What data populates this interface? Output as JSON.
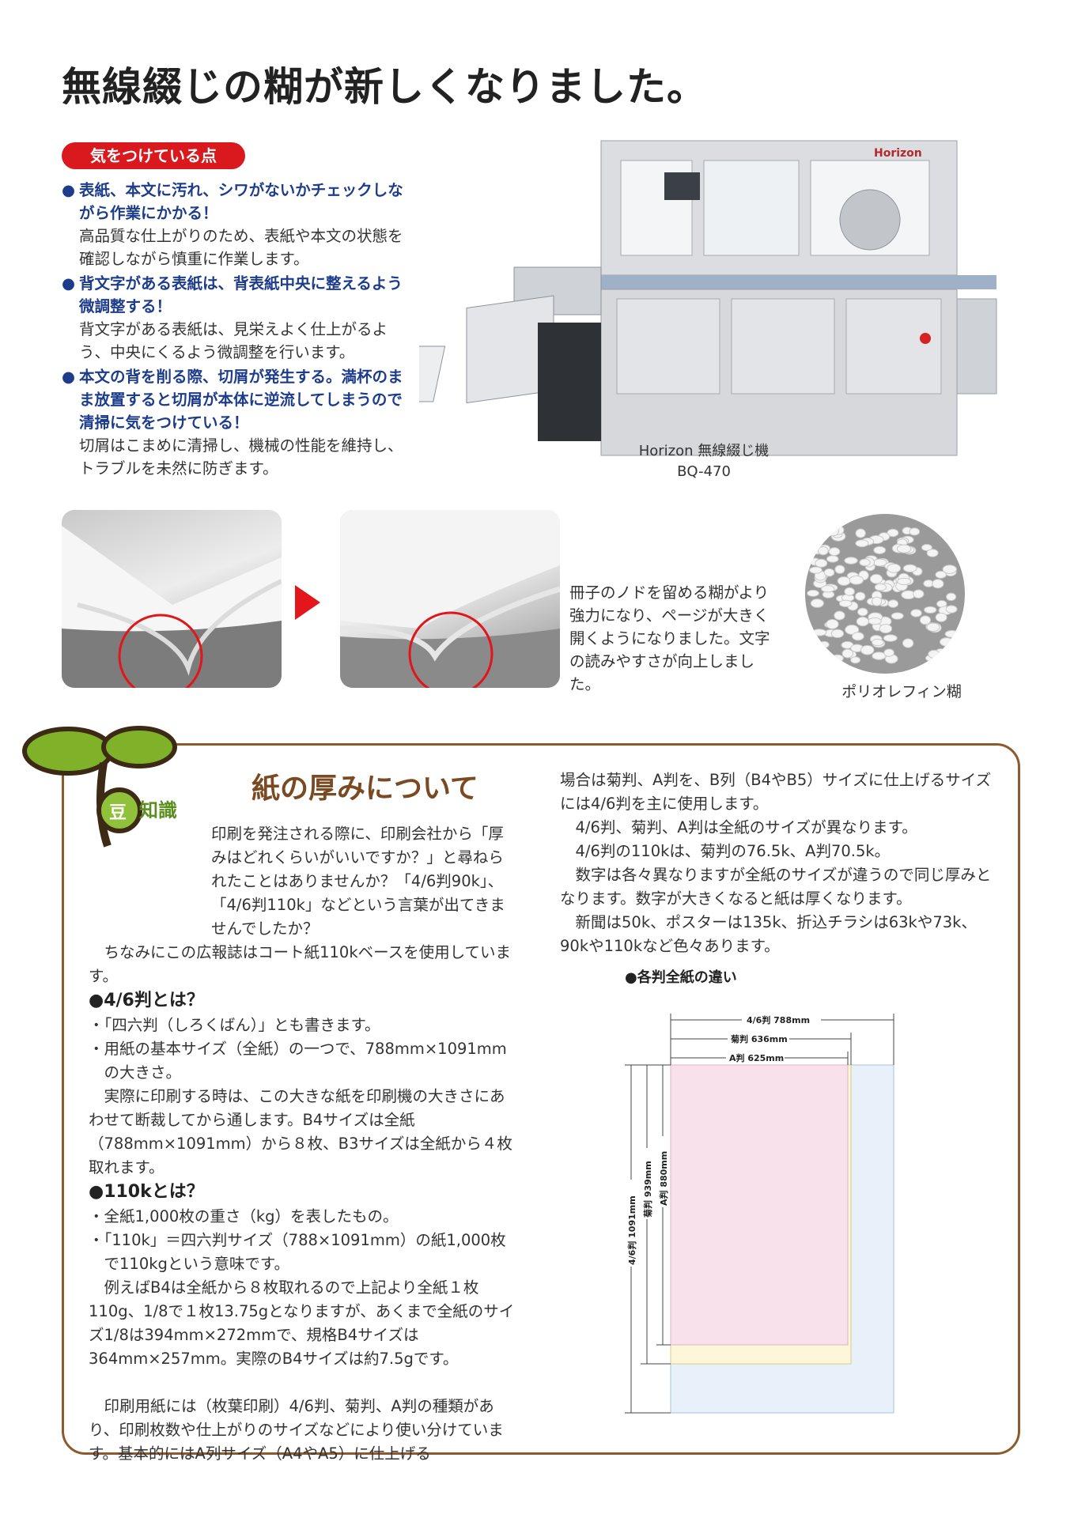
{
  "page": {
    "title": "無線綴じの糊が新しくなりました。"
  },
  "points_section": {
    "badge": "気をつけている点",
    "items": [
      {
        "dot": "●",
        "head": "表紙、本文に汚れ、シワがないかチェックしながら作業にかかる！",
        "body": "高品質な仕上がりのため、表紙や本文の状態を確認しながら慎重に作業します。"
      },
      {
        "dot": "●",
        "head": "背文字がある表紙は、背表紙中央に整えるよう微調整する！",
        "body": "背文字がある表紙は、見栄えよく仕上がるよう、中央にくるよう微調整を行います。"
      },
      {
        "dot": "●",
        "head": "本文の背を削る際、切屑が発生する。満杯のまま放置すると切屑が本体に逆流してしまうので清掃に気をつけている！",
        "body": "切屑はこまめに清掃し、機械の性能を維持し、トラブルを未然に防ぎます。"
      }
    ]
  },
  "machine": {
    "brand": "Horizon",
    "caption_line1": "Horizon 無線綴じ機",
    "caption_line2": "BQ-470"
  },
  "glue": {
    "caption": "冊子のノドを留める糊がより強力になり、ページが大きく開くようになりました。文字の読みやすさが向上しました。",
    "pellet_label": "ポリオレフィン糊"
  },
  "knowledge": {
    "badge_a": "豆",
    "badge_b": "知識",
    "title": "紙の厚みについて",
    "intro1": "印刷を発注される際に、印刷会社から「厚みはどれくらいがいいですか？」と尋ねられたことはありませんか？「4/6判90k」、「4/6判110k」などという言葉が出てきませんでしたか？",
    "intro2": "ちなみにこの広報誌はコート紙110kベースを使用しています。",
    "h1": "●4/6判とは？",
    "b1": "・「四六判（しろくばん）」とも書きます。",
    "b2": "・用紙の基本サイズ（全紙）の一つで、788mm×1091mmの大きさ。",
    "p1": "実際に印刷する時は、この大きな紙を印刷機の大きさにあわせて断裁してから通します。B4サイズは全紙（788mm×1091mm）から８枚、B3サイズは全紙から４枚取れます。",
    "h2": "●110kとは？",
    "b3": "・全紙1,000枚の重さ（kg）を表したもの。",
    "b4": "・「110k」＝四六判サイズ（788×1091mm）の紙1,000枚で110kgという意味です。",
    "p2": "例えばB4は全紙から８枚取れるので上記より全紙１枚110g、1/8で１枚13.75gとなりますが、あくまで全紙のサイズ1/8は394mm×272mmで、規格B4サイズは364mm×257mm。実際のB4サイズは約7.5gです。",
    "p3": "印刷用紙には（枚葉印刷）4/6判、菊判、A判の種類があり、印刷枚数や仕上がりのサイズなどにより使い分けています。基本的にはA列サイズ（A4やA5）に仕上げる",
    "c2p1": "場合は菊判、A判を、B列（B4やB5）サイズに仕上げるサイズには4/6判を主に使用します。",
    "c2p2": "4/6判、菊判、A判は全紙のサイズが異なります。",
    "c2p3": "4/6判の110kは、菊判の76.5k、A判70.5k。",
    "c2p4": "数字は各々異なりますが全紙のサイズが違うので同じ厚みとなります。数字が大きくなると紙は厚くなります。",
    "c2p5": "新聞は50k、ポスターは135k、折込チラシは63kや73k、90kや110kなど色々あります。",
    "diagram_title": "●各判全紙の違い",
    "diagram": {
      "w_46": "4/6判 788mm",
      "w_kiku": "菊判 636mm",
      "w_a": "A判 625mm",
      "h_46": "4/6判 1091mm",
      "h_kiku": "菊判 939mm",
      "h_a": "A判 880mm",
      "colors": {
        "size_46": "#e8f1fa",
        "size_kiku": "#fdf6d8",
        "size_a": "#f8e1ea"
      }
    }
  },
  "colors": {
    "accent_red": "#d9191e",
    "heading_blue": "#1d3d8c",
    "box_brown": "#8c5a2c"
  }
}
